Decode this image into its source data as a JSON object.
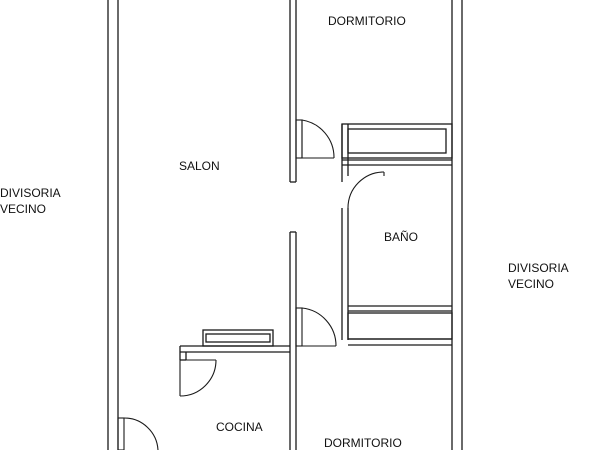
{
  "rooms": {
    "dormitorio_top": "DORMITORIO",
    "salon": "SALON",
    "bano": "BAÑO",
    "cocina": "COCINA",
    "dormitorio_bottom": "DORMITORIO"
  },
  "neighbors": {
    "left_line1": "DIVISORIA",
    "left_line2": "VECINO",
    "right_line1": "DIVISORIA",
    "right_line2": "VECINO"
  }
}
